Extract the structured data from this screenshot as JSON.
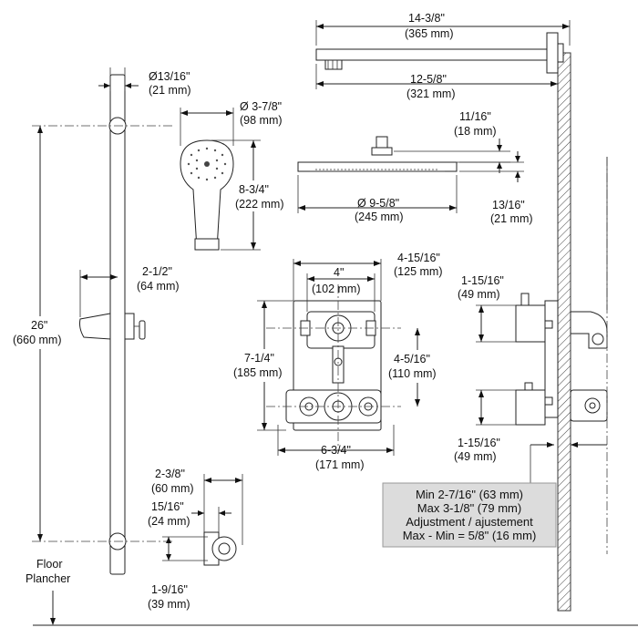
{
  "dimensions": {
    "arm_length": [
      "14-3/8\"",
      "(365 mm)"
    ],
    "arm_reach": [
      "12-5/8\"",
      "(321 mm)"
    ],
    "head_thickness": [
      "11/16\"",
      "(18 mm)"
    ],
    "head_neck": [
      "13/16\"",
      "(21 mm)"
    ],
    "head_diameter": [
      "Ø 9-5/8\"",
      "(245 mm)"
    ],
    "rail_diameter": [
      "Ø13/16\"",
      "(21 mm)"
    ],
    "hand_shower_diameter": [
      "Ø 3-7/8\"",
      "(98 mm)"
    ],
    "hand_shower_length": [
      "8-3/4\"",
      "(222 mm)"
    ],
    "rail_length": [
      "26\"",
      "(660 mm)"
    ],
    "holder_projection": [
      "2-1/2\"",
      "(64 mm)"
    ],
    "valve_width_outer": [
      "4-15/16\"",
      "(125 mm)"
    ],
    "valve_width_inner": [
      "4\"",
      "(102 mm)"
    ],
    "valve_height": [
      "7-1/4\"",
      "(185 mm)"
    ],
    "valve_port_spacing": [
      "4-5/16\"",
      "(110 mm)"
    ],
    "valve_width_bottom": [
      "6-3/4\"",
      "(171 mm)"
    ],
    "trim_depth_top": [
      "1-15/16\"",
      "(49 mm)"
    ],
    "trim_depth_bottom": [
      "1-15/16\"",
      "(49 mm)"
    ],
    "elbow_width": [
      "2-3/8\"",
      "(60 mm)"
    ],
    "elbow_depth": [
      "15/16\"",
      "(24 mm)"
    ],
    "elbow_height": [
      "1-9/16\"",
      "(39 mm)"
    ]
  },
  "floor_label": [
    "Floor",
    "Plancher"
  ],
  "adjustment_note": [
    "Min 2-7/16\" (63 mm)",
    "Max 3-1/8\" (79 mm)",
    "Adjustment / ajustement",
    "Max - Min = 5/8\" (16 mm)"
  ]
}
